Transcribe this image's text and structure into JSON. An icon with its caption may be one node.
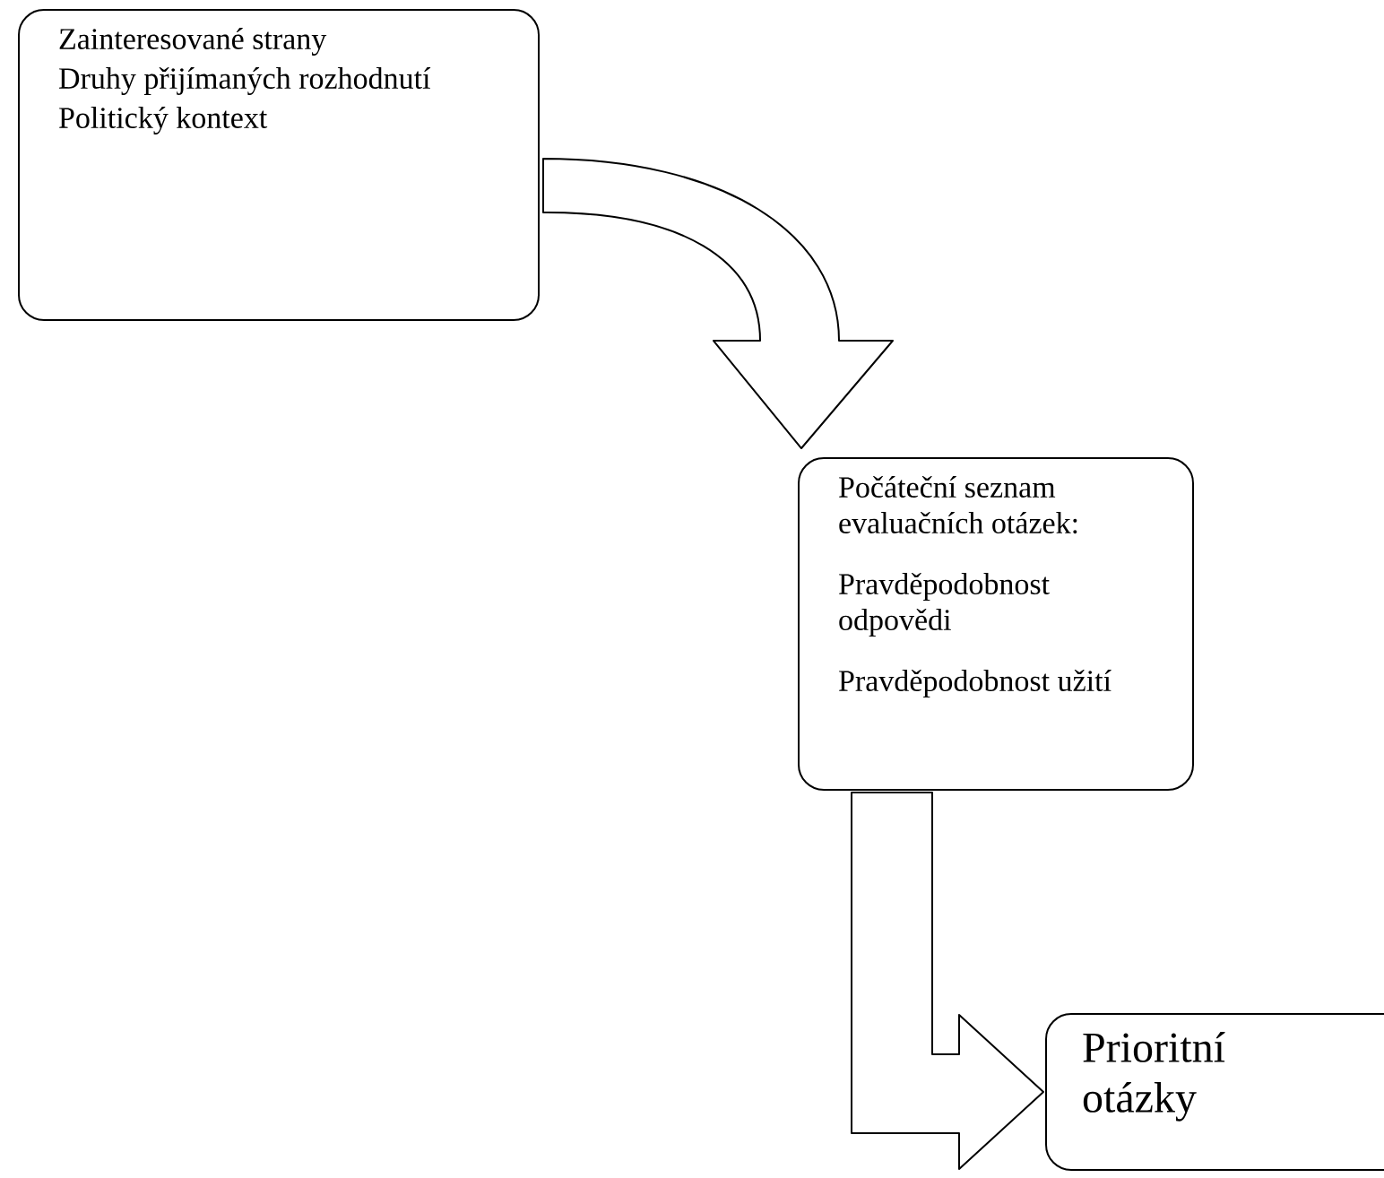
{
  "diagram": {
    "nodes": [
      {
        "text": [
          "Zainteresované strany",
          "Druhy přijímaných rozhodnutí",
          "Politický kontext"
        ]
      },
      {
        "text": [
          "Počáteční seznam evaluačních otázek:",
          "Pravděpodobnost odpovědi",
          "Pravděpodobnost užití"
        ]
      },
      {
        "text": [
          "Prioritní otázky"
        ]
      }
    ],
    "edges": [
      {
        "from": 0,
        "to": 1,
        "arrow": "to"
      },
      {
        "from": 1,
        "to": 2,
        "arrow": "to"
      }
    ]
  }
}
